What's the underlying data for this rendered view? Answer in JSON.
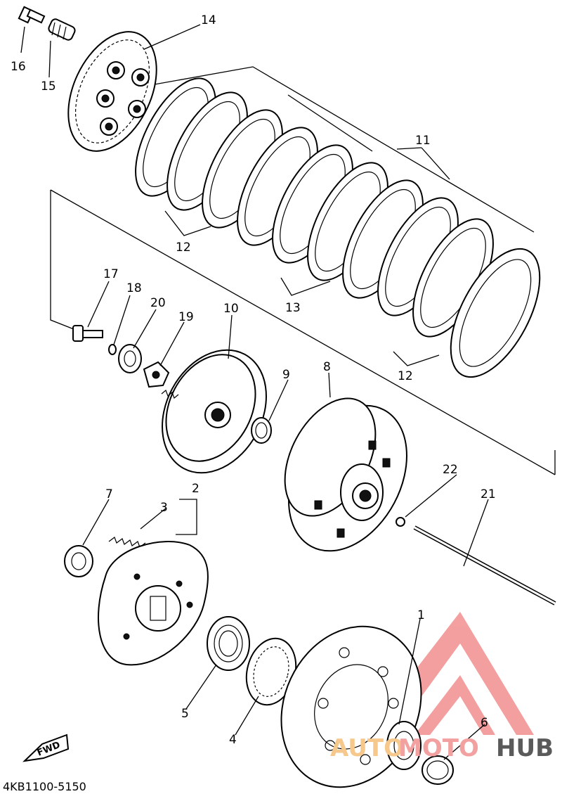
{
  "diagram_code": "4KB1100-5150",
  "fwd_label": "FWD",
  "watermark": {
    "part1": "AUTO",
    "part2": "MOTO",
    "part3": "HUB"
  },
  "callouts": {
    "c1": "1",
    "c2": "2",
    "c3": "3",
    "c4": "4",
    "c5": "5",
    "c6": "6",
    "c7": "7",
    "c8": "8",
    "c9": "9",
    "c10": "10",
    "c11": "11",
    "c12a": "12",
    "c12b": "12",
    "c13": "13",
    "c14": "14",
    "c15": "15",
    "c16": "16",
    "c17": "17",
    "c18": "18",
    "c19": "19",
    "c20": "20",
    "c21": "21",
    "c22": "22"
  },
  "colors": {
    "logo_red": "#f08080",
    "logo_orange": "#f6c88c",
    "logo_gray": "#5a5a5a"
  }
}
